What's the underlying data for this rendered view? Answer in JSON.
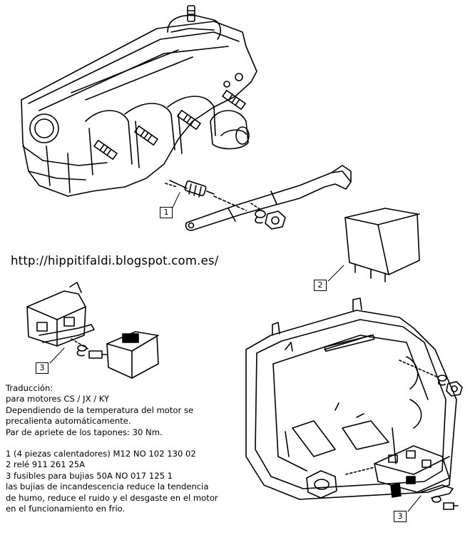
{
  "url": "http://hippitifaldi.blogspot.com.es/",
  "callouts": {
    "c1": "1",
    "c2": "2",
    "c3a": "3",
    "c3b": "3"
  },
  "notes": {
    "title": "Traducción:",
    "line1": "para motores CS / JX / KY",
    "line2": "Dependiendo de la temperatura del motor se",
    "line3": "precalienta automáticamente.",
    "line4": "Par de apriete de los tapones: 30 Nm.",
    "item1": "1 (4 piezas calentadores) M12 NO 102 130 02",
    "item2": "2 relé 911 261 25A",
    "item3": "3  fusibles para bujias 50A NO 017 125 1",
    "line5": "las bujias de incandescencia reduce la tendencia",
    "line6": "de humo, reduce el ruido y el desgaste en el motor",
    "line7": "en el funcionamiento en frio."
  }
}
